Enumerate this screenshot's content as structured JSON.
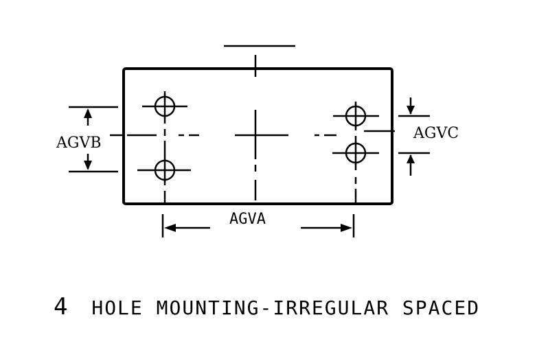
{
  "diagram": {
    "labels": {
      "agva": "AGVA",
      "agvb": "AGVB",
      "agvc": "AGVC"
    },
    "caption": {
      "number": "4",
      "text": "HOLE MOUNTING-IRREGULAR SPACED"
    }
  }
}
